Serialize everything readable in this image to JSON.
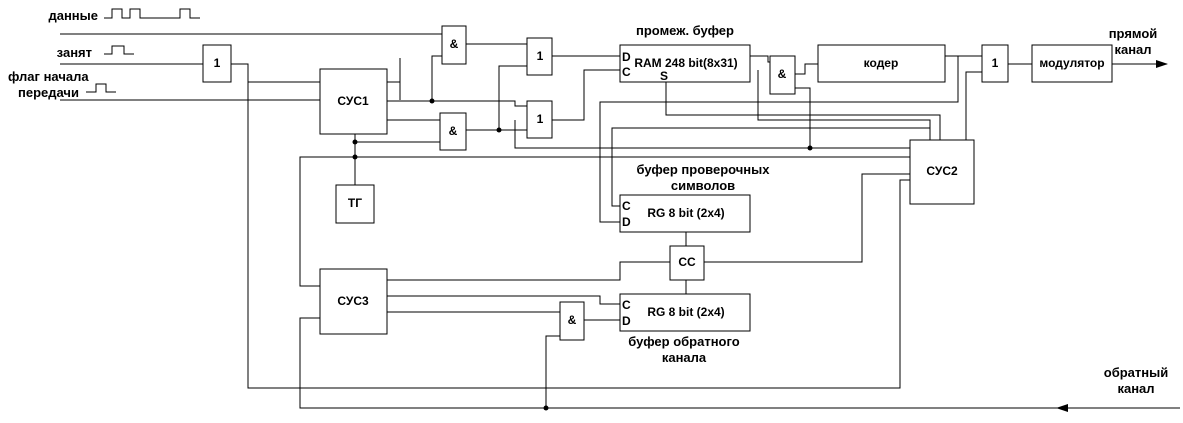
{
  "inputs": {
    "data": "данные",
    "busy": "занят",
    "start_flag_line1": "флаг начала",
    "start_flag_line2": "передачи"
  },
  "outputs": {
    "forward_line1": "прямой",
    "forward_line2": "канал",
    "reverse_line1": "обратный",
    "reverse_line2": "канал"
  },
  "captions": {
    "intermediate_buffer": "промеж. буфер",
    "check_buffer_line1": "буфер проверочных",
    "check_buffer_line2": "символов",
    "reverse_buffer_line1": "буфер обратного",
    "reverse_buffer_line2": "канала"
  },
  "blocks": {
    "or_input": "1",
    "and_top": "&",
    "or_top": "1",
    "or_mid": "1",
    "and_mid": "&",
    "sus1": "СУС1",
    "tg": "ТГ",
    "ram": "RAM 248 bit(8x31)",
    "and_ram": "&",
    "coder": "кодер",
    "or_out": "1",
    "modulator": "модулятор",
    "sus2": "СУС2",
    "rg_check": "RG 8 bit (2x4)",
    "cc": "СС",
    "sus3": "СУС3",
    "rg_reverse": "RG 8 bit (2x4)",
    "and_bottom": "&"
  },
  "pins": {
    "d": "D",
    "c": "C",
    "s": "S"
  }
}
